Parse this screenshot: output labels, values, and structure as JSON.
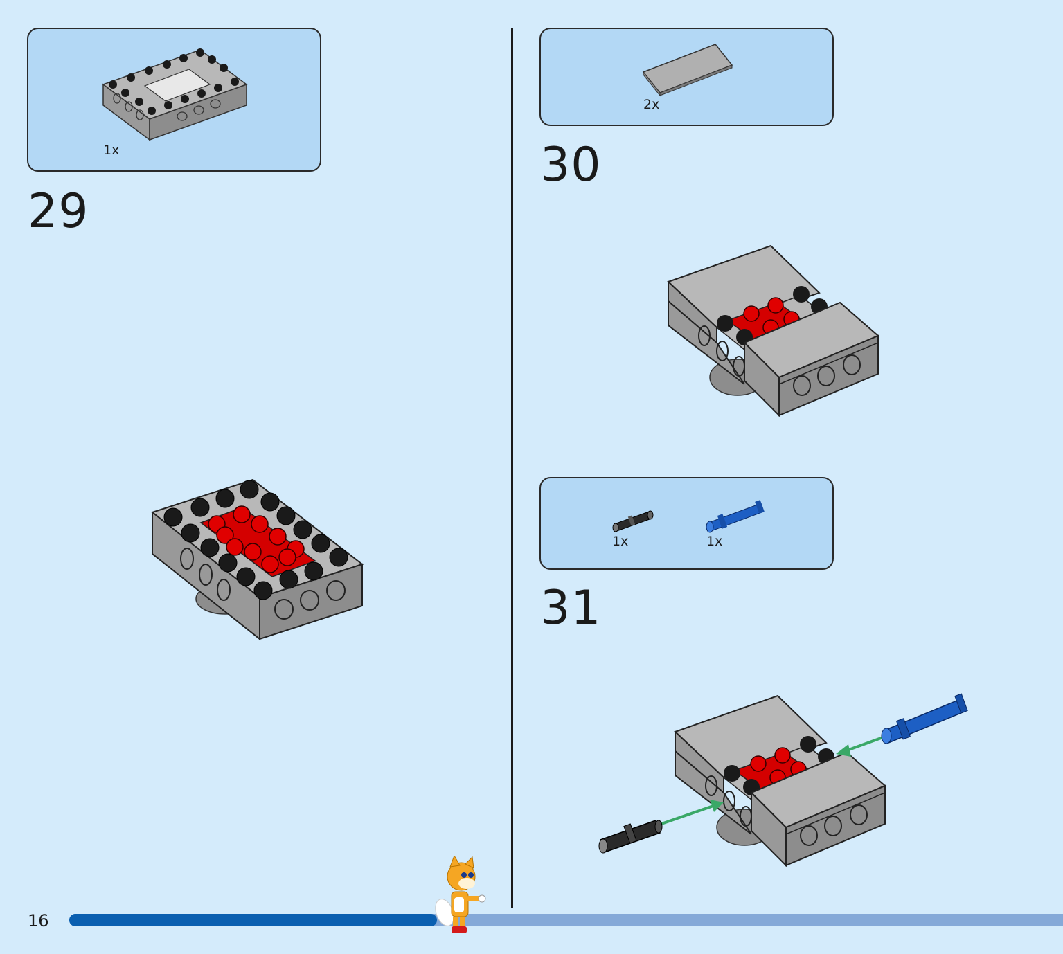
{
  "page": {
    "number": "16",
    "progress_fraction": 0.37
  },
  "steps": [
    {
      "number": "29",
      "parts": [
        {
          "qty": "1x",
          "icon": "gray-technic-frame-4x6-icon"
        }
      ]
    },
    {
      "number": "30",
      "parts": [
        {
          "qty": "2x",
          "icon": "gray-tile-2x4-icon"
        }
      ]
    },
    {
      "number": "31",
      "parts": [
        {
          "qty": "1x",
          "icon": "black-technic-pin-icon"
        },
        {
          "qty": "1x",
          "icon": "blue-technic-axle-pin-icon"
        }
      ]
    }
  ],
  "colors": {
    "background": "#d4ebfb",
    "parts_box": "#b3d8f5",
    "brick_gray": "#a3a3a3",
    "stud_black": "#1a1a1a",
    "plate_red": "#d40000",
    "pin_blue": "#1d5fc4",
    "arrow_green": "#3aa867",
    "progress_done": "#0a5fb0",
    "progress_remaining": "#85a9d8"
  }
}
